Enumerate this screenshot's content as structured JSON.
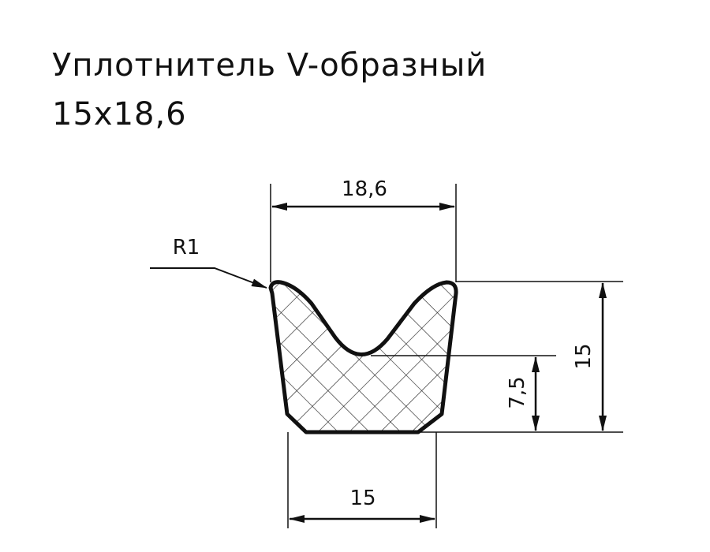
{
  "title": {
    "line1": "Уплотнитель V-образный",
    "line2": "15x18,6"
  },
  "dimensions": {
    "top_width": "18,6",
    "bottom_width": "15",
    "height_total": "15",
    "height_notch": "7,5",
    "radius": "R1"
  },
  "colors": {
    "line": "#111111",
    "background": "#ffffff"
  }
}
